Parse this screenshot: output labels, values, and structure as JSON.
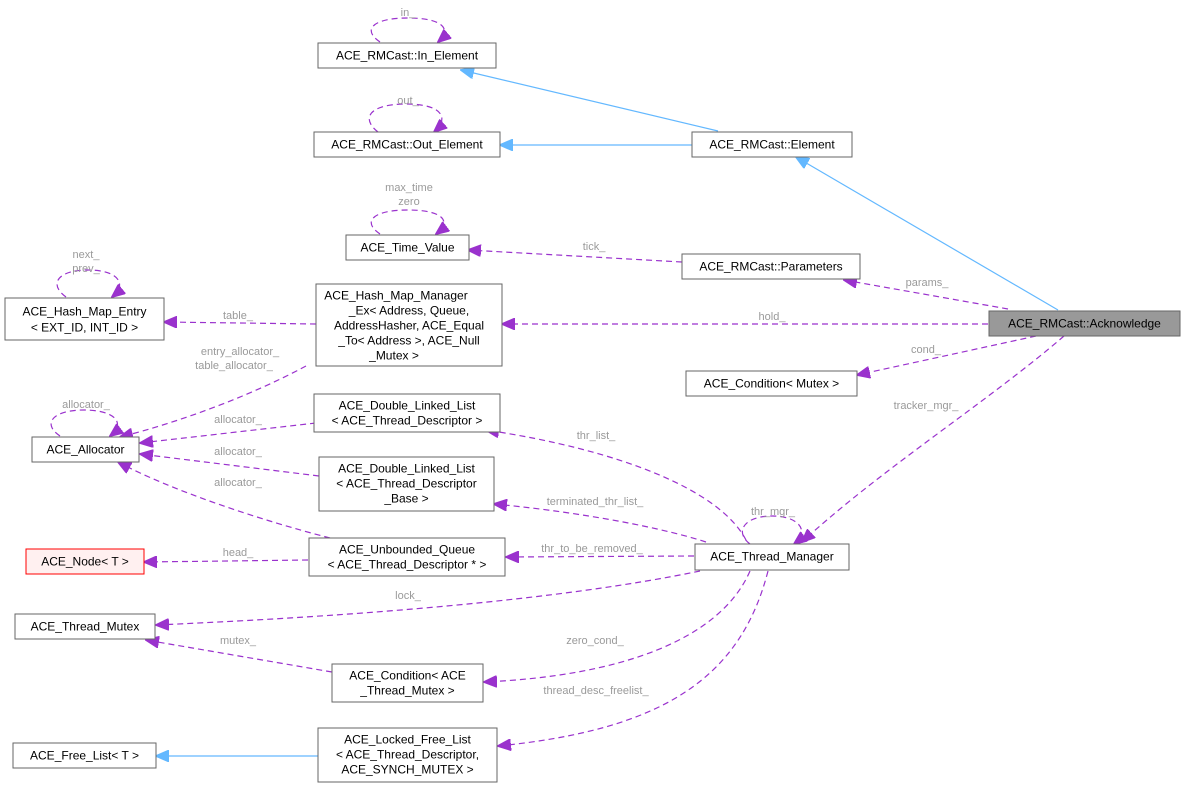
{
  "nodes": {
    "in_element": {
      "lines": [
        "ACE_RMCast::In_Element"
      ]
    },
    "out_element": {
      "lines": [
        "ACE_RMCast::Out_Element"
      ]
    },
    "element": {
      "lines": [
        "ACE_RMCast::Element"
      ]
    },
    "time_value": {
      "lines": [
        "ACE_Time_Value"
      ]
    },
    "parameters": {
      "lines": [
        "ACE_RMCast::Parameters"
      ]
    },
    "hash_map_entry": {
      "lines": [
        "ACE_Hash_Map_Entry",
        "< EXT_ID, INT_ID >"
      ]
    },
    "hash_map_manager": {
      "lines": [
        "ACE_Hash_Map_Manager",
        "_Ex< Address, Queue,",
        "AddressHasher, ACE_Equal",
        "_To< Address >, ACE_Null",
        "_Mutex >"
      ]
    },
    "acknowledge": {
      "lines": [
        "ACE_RMCast::Acknowledge"
      ]
    },
    "condition_mutex": {
      "lines": [
        "ACE_Condition< Mutex >"
      ]
    },
    "allocator": {
      "lines": [
        "ACE_Allocator"
      ]
    },
    "dll_thread_descriptor": {
      "lines": [
        "ACE_Double_Linked_List",
        "< ACE_Thread_Descriptor >"
      ]
    },
    "dll_thread_descriptor_base": {
      "lines": [
        "ACE_Double_Linked_List",
        "< ACE_Thread_Descriptor",
        "_Base >"
      ]
    },
    "node_t": {
      "lines": [
        "ACE_Node< T >"
      ]
    },
    "unbounded_queue": {
      "lines": [
        "ACE_Unbounded_Queue",
        "< ACE_Thread_Descriptor * >"
      ]
    },
    "thread_manager": {
      "lines": [
        "ACE_Thread_Manager"
      ]
    },
    "thread_mutex": {
      "lines": [
        "ACE_Thread_Mutex"
      ]
    },
    "condition_thread_mutex": {
      "lines": [
        "ACE_Condition< ACE",
        "_Thread_Mutex >"
      ]
    },
    "free_list": {
      "lines": [
        "ACE_Free_List< T >"
      ]
    },
    "locked_free_list": {
      "lines": [
        "ACE_Locked_Free_List",
        "< ACE_Thread_Descriptor,",
        "ACE_SYNCH_MUTEX >"
      ]
    }
  },
  "edge_labels": {
    "in": "in_",
    "out": "out_",
    "max_time_zero": [
      "max_time",
      "zero"
    ],
    "tick": "tick_",
    "params": "params_",
    "next_prev": [
      "next_",
      "prev_"
    ],
    "table": "table_",
    "hold": "hold_",
    "cond": "cond_",
    "entry_table_allocator": [
      "entry_allocator_",
      "table_allocator_"
    ],
    "allocator_self": "allocator_",
    "allocator_dll": "allocator_",
    "allocator_dll_base": "allocator_",
    "allocator_queue": "allocator_",
    "thr_list": "thr_list_",
    "tracker_mgr": "tracker_mgr_",
    "terminated_thr_list": "terminated_thr_list_",
    "thr_mgr": "thr_mgr_",
    "head": "head_",
    "thr_to_be_removed": "thr_to_be_removed_",
    "lock": "lock_",
    "mutex": "mutex_",
    "zero_cond": "zero_cond_",
    "thread_desc_freelist": "thread_desc_freelist_"
  },
  "colors": {
    "inheritance_edge": "#63b8ff",
    "usage_edge": "#9a32cd",
    "highlight_node_fill": "#999999",
    "template_node_border": "#ff0000"
  }
}
